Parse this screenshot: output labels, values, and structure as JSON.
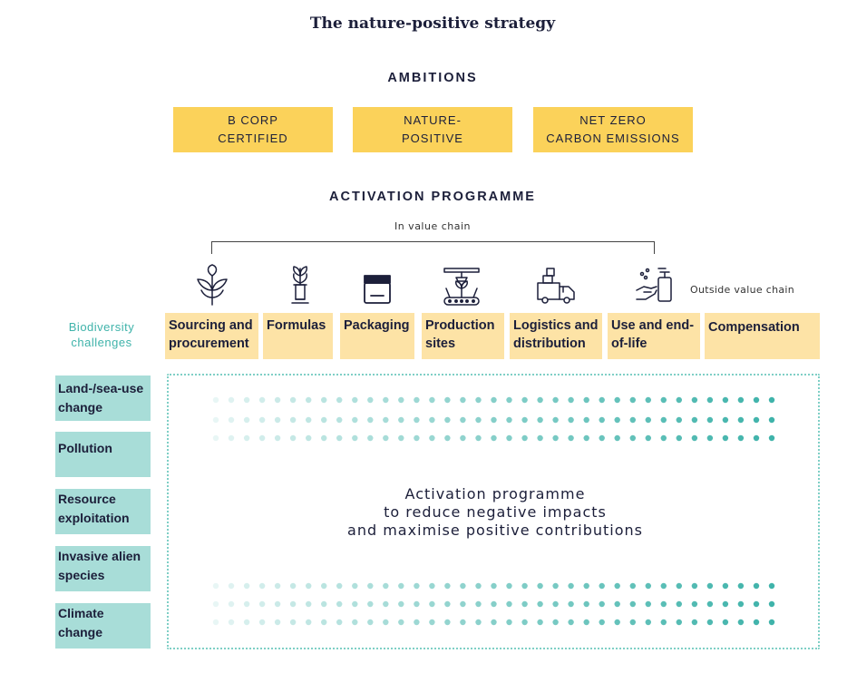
{
  "title": "The nature-positive strategy",
  "ambitions": {
    "heading": "AMBITIONS",
    "items": [
      {
        "label": "B CORP\nCERTIFIED"
      },
      {
        "label": "NATURE-\nPOSITIVE"
      },
      {
        "label": "NET ZERO\nCARBON EMISSIONS"
      }
    ]
  },
  "activation": {
    "heading": "ACTIVATION PROGRAMME",
    "in_value_chain_label": "In value chain",
    "outside_value_chain_label": "Outside value chain",
    "stages": [
      {
        "label": "Sourcing and\nprocurement",
        "icon": "plant-sprout-icon"
      },
      {
        "label": "Formulas",
        "icon": "plant-flask-icon"
      },
      {
        "label": "Packaging",
        "icon": "jar-icon"
      },
      {
        "label": "Production\nsites",
        "icon": "conveyor-plant-icon"
      },
      {
        "label": "Logistics and\ndistribution",
        "icon": "delivery-truck-icon"
      },
      {
        "label": "Use and end-\nof-life",
        "icon": "hand-soap-dispenser-icon"
      },
      {
        "label": "Compensation",
        "icon": ""
      }
    ]
  },
  "biodiversity": {
    "label": "Biodiversity\nchallenges",
    "challenges": [
      "Land-/sea-use\nchange",
      "Pollution",
      "Resource\nexploitation",
      "Invasive alien\nspecies",
      "Climate\nchange"
    ]
  },
  "programme_text": "Activation programme\nto reduce negative impacts\nand maximise positive contributions",
  "colors": {
    "ambition_yellow": "#fbd25a",
    "stage_yellow": "#fde3a6",
    "challenge_teal": "#a8ddd8",
    "teal_accent": "#3fb3aa",
    "navy_text": "#1c1f3a"
  }
}
